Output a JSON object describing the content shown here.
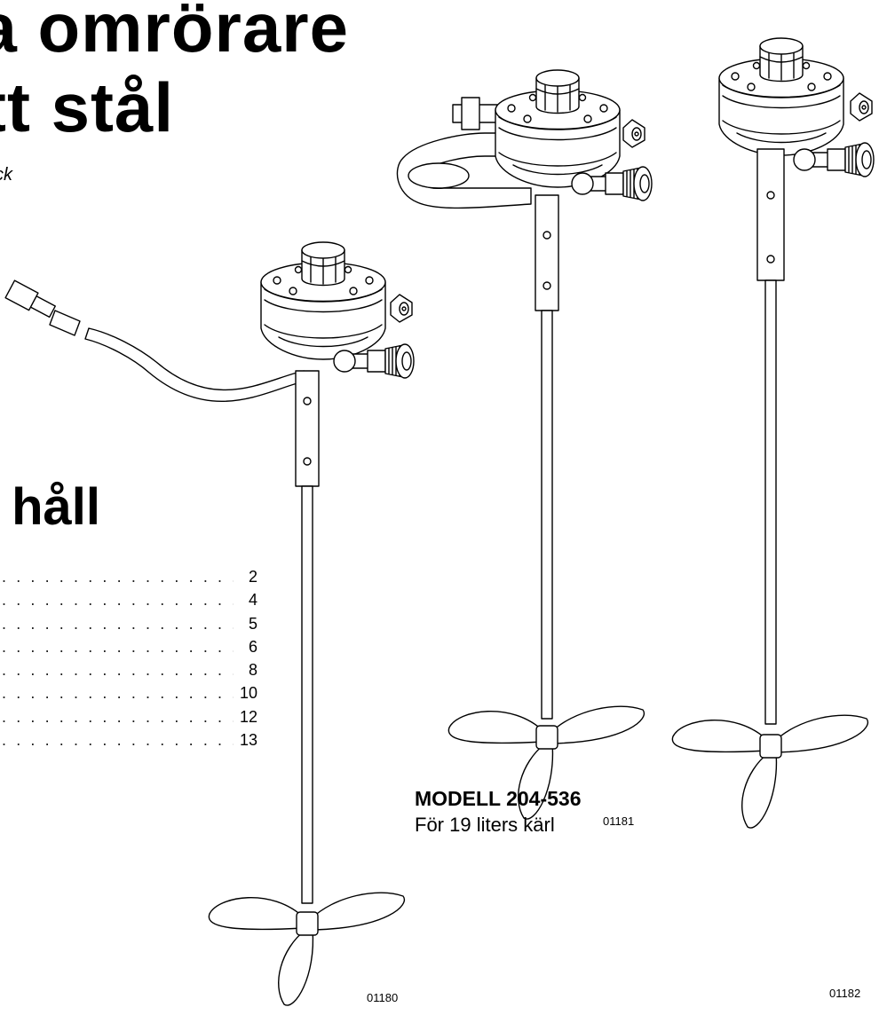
{
  "title": {
    "line1": "a omrörare",
    "line2": "tt stål"
  },
  "subtitle": "ck",
  "section_heading": "håll",
  "toc": {
    "pages": [
      "2",
      "4",
      "5",
      "6",
      "8",
      "10",
      "12",
      "13"
    ]
  },
  "model_caption": {
    "model": "MODELL 204-536",
    "description": "För 19 liters kärl"
  },
  "figure_numbers": [
    "01180",
    "01181",
    "01182"
  ],
  "colors": {
    "ink": "#000000",
    "paper": "#ffffff"
  }
}
